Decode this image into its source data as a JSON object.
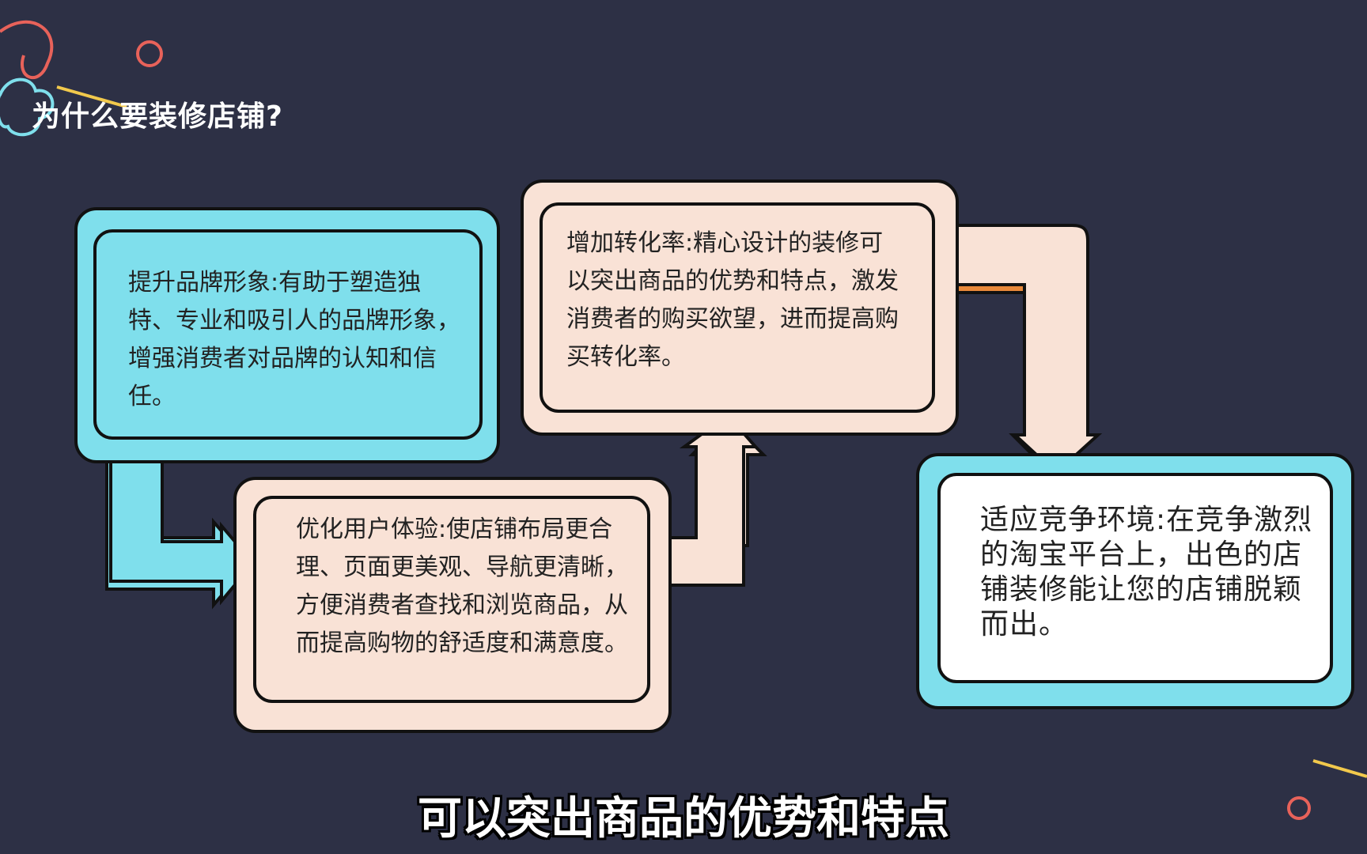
{
  "title": "为什么要装修店铺?",
  "steps": [
    {
      "heading": "提升品牌形象",
      "text": "提升品牌形象:有助于塑造独特、专业和吸引人的品牌形象，增强消费者对品牌的认知和信任。"
    },
    {
      "heading": "优化用户体验",
      "text": "优化用户体验:使店铺布局更合理、页面更美观、导航更清晰，方便消费者查找和浏览商品，从而提高购物的舒适度和满意度。"
    },
    {
      "heading": "增加转化率",
      "text": "增加转化率:精心设计的装修可以突出商品的优势和特点，激发消费者的购买欲望，进而提高购买转化率。"
    },
    {
      "heading": "适应竞争环境",
      "text": "适应竞争环境:在竞争激烈的淘宝平台上，出色的店铺装修能让您的店铺脱颖而出。"
    }
  ],
  "subtitle": "可以突出商品的优势和特点",
  "colors": {
    "background": "#2d3045",
    "cyan": "#7fdfec",
    "peach": "#f9e2d6",
    "accent_red": "#e8625a",
    "accent_yellow": "#f2c94c",
    "accent_orange": "#e8883a"
  }
}
